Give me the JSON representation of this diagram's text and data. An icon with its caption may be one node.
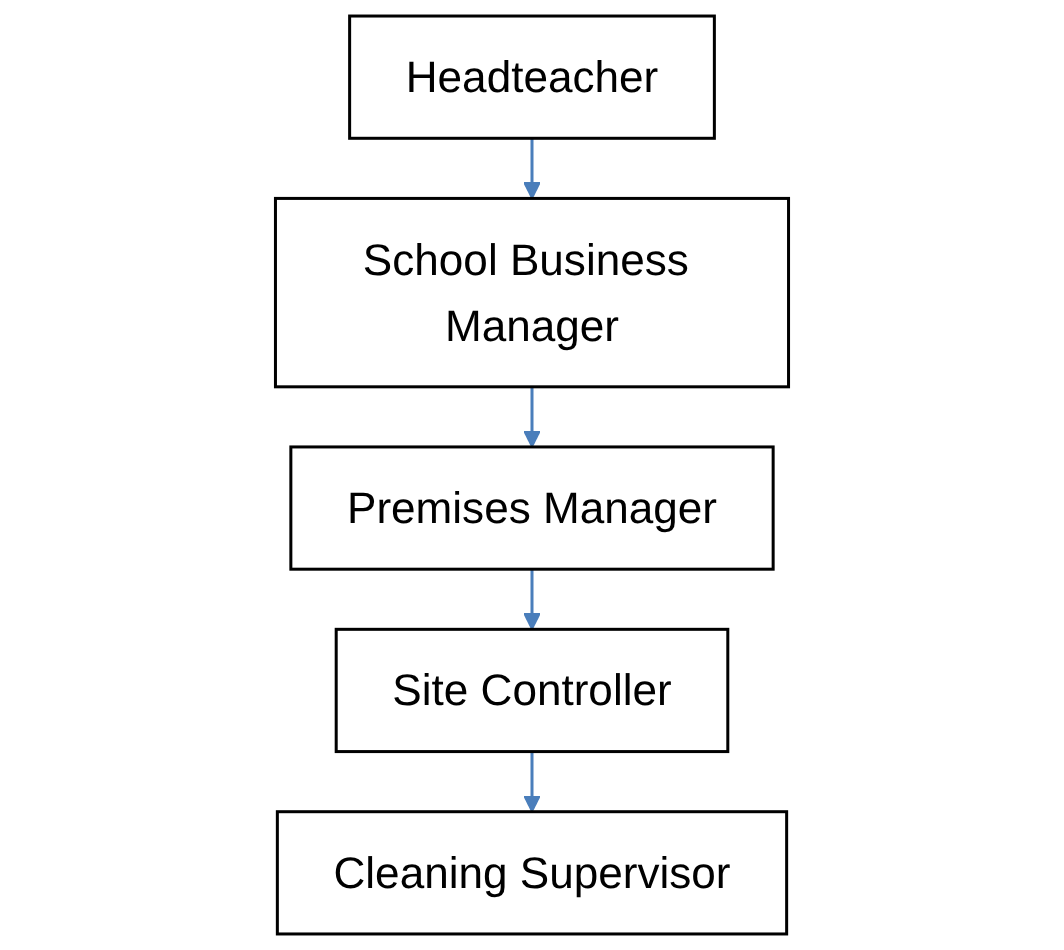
{
  "diagram": {
    "nodes": [
      {
        "text": [
          "Headteacher"
        ]
      },
      {
        "text": [
          "School Business Manager"
        ]
      },
      {
        "text": [
          "Premises Manager"
        ]
      },
      {
        "text": [
          "Site Controller"
        ]
      },
      {
        "text": [
          "Cleaning Supervisor"
        ]
      }
    ],
    "edges": [
      {
        "from": 0,
        "to": 1,
        "arrow": "to"
      },
      {
        "from": 1,
        "to": 2,
        "arrow": "to"
      },
      {
        "from": 2,
        "to": 3,
        "arrow": "to"
      },
      {
        "from": 3,
        "to": 4,
        "arrow": "to"
      }
    ]
  }
}
